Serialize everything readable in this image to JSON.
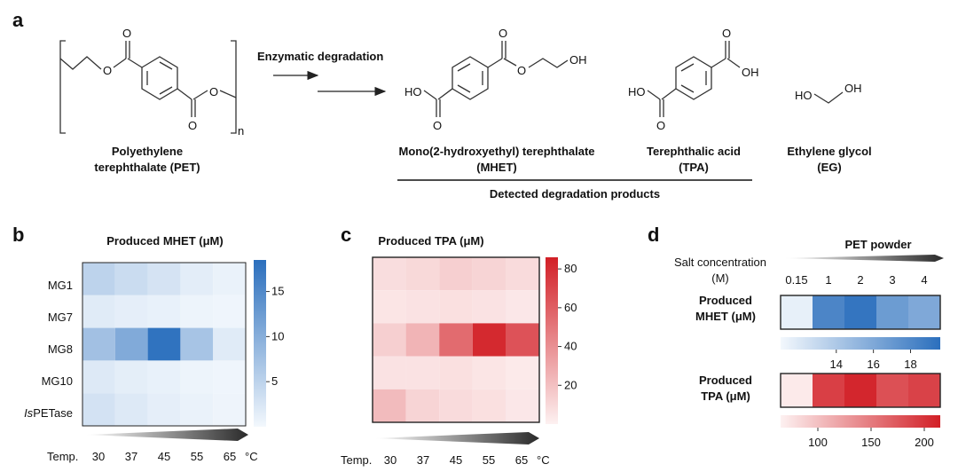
{
  "panels": {
    "a": "a",
    "b": "b",
    "c": "c",
    "d": "d"
  },
  "scheme": {
    "reaction_label": "Enzymatic degradation",
    "subscript_n": "n",
    "atom_o": "O",
    "atom_ho": "HO",
    "atom_oh": "OH",
    "pet_name_line1": "Polyethylene",
    "pet_name_line2": "terephthalate (PET)",
    "mhet_name_line1": "Mono(2-hydroxyethyl) terephthalate",
    "mhet_name_line2": "(MHET)",
    "tpa_name_line1": "Terephthalic acid",
    "tpa_name_line2": "(TPA)",
    "eg_name_line1": "Ethylene glycol",
    "eg_name_line2": "(EG)",
    "products_label": "Detected degradation products"
  },
  "heatmap_b": {
    "title": "Produced MHET (μM)",
    "rows": [
      "MG1",
      "MG7",
      "MG8",
      "MG10",
      "IsPETase"
    ],
    "rows_italic_prefix": {
      "IsPETase": "Is"
    },
    "x_prefix": "Temp.",
    "x_ticks": [
      "30",
      "37",
      "45",
      "55",
      "65"
    ],
    "x_unit": "°C",
    "cbar_ticks": [
      "15",
      "10",
      "5"
    ],
    "cbar_tick_values": [
      15,
      10,
      5
    ],
    "vmin": 0,
    "vmax": 18.5,
    "color_low": "#f3f8fd",
    "color_high": "#2b6fbd",
    "values": [
      [
        5.0,
        3.8,
        2.8,
        1.5,
        0.8
      ],
      [
        1.8,
        1.3,
        1.0,
        0.6,
        0.4
      ],
      [
        7.5,
        10.5,
        18.0,
        7.0,
        1.8
      ],
      [
        2.0,
        1.4,
        1.0,
        0.6,
        0.4
      ],
      [
        3.0,
        2.0,
        1.3,
        0.8,
        0.5
      ]
    ]
  },
  "heatmap_c": {
    "title": "Produced TPA (μM)",
    "x_prefix": "Temp.",
    "x_ticks": [
      "30",
      "37",
      "45",
      "55",
      "65"
    ],
    "x_unit": "°C",
    "cbar_ticks": [
      "80",
      "60",
      "40",
      "20"
    ],
    "cbar_tick_values": [
      80,
      60,
      40,
      20
    ],
    "vmin": 0,
    "vmax": 86,
    "color_low": "#fdf1f1",
    "color_high": "#d21f26",
    "values": [
      [
        8,
        10,
        14,
        12,
        9
      ],
      [
        5,
        6,
        7,
        6,
        4
      ],
      [
        14,
        25,
        55,
        82,
        65
      ],
      [
        6,
        6,
        7,
        5,
        3
      ],
      [
        22,
        12,
        9,
        7,
        4
      ]
    ]
  },
  "panel_d": {
    "axis_label_line1": "Salt concentration",
    "axis_label_line2": "(M)",
    "header": "PET powder",
    "concentrations": [
      "0.15",
      "1",
      "2",
      "3",
      "4"
    ],
    "mhet_label_line1": "Produced",
    "mhet_label_line2": "MHET (μM)",
    "mhet_values": [
      11.5,
      18.2,
      19.2,
      16.8,
      16.0
    ],
    "mhet_vmin": 11.0,
    "mhet_vmax": 19.6,
    "mhet_ticks": [
      "14",
      "16",
      "18"
    ],
    "mhet_tick_values": [
      14,
      16,
      18
    ],
    "tpa_label_line1": "Produced",
    "tpa_label_line2": "TPA (μM)",
    "tpa_values": [
      70,
      192,
      210,
      180,
      190
    ],
    "tpa_vmin": 65,
    "tpa_vmax": 215,
    "tpa_ticks": [
      "100",
      "150",
      "200"
    ],
    "tpa_tick_values": [
      100,
      150,
      200
    ],
    "blue_low": "#f3f8fd",
    "blue_high": "#2b6fbd",
    "red_low": "#fdf1f1",
    "red_high": "#d21f26"
  }
}
